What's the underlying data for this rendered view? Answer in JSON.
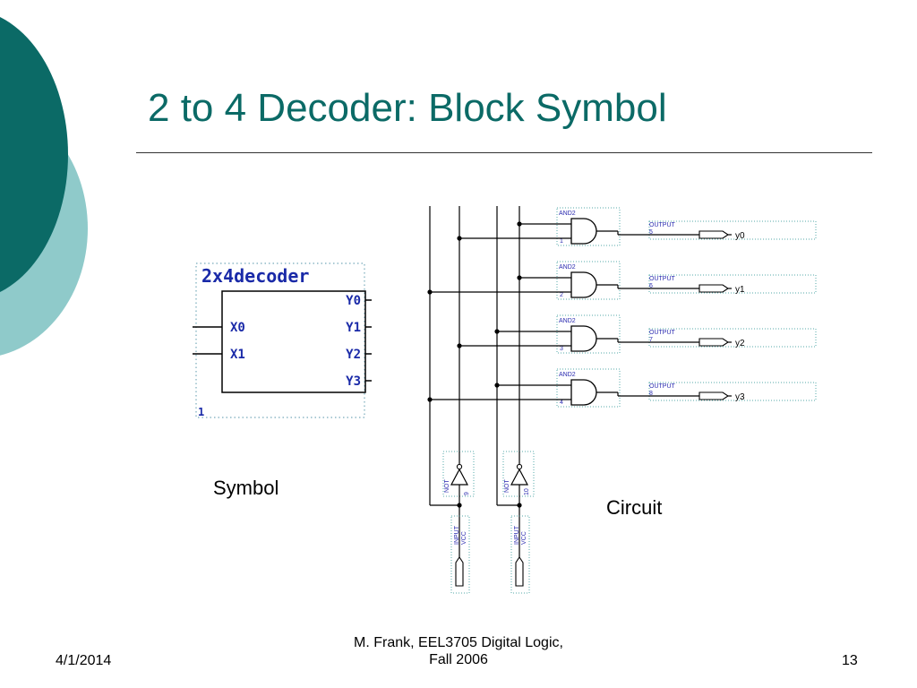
{
  "slide": {
    "title": "2 to 4 Decoder: Block Symbol",
    "symbol_caption": "Symbol",
    "circuit_caption": "Circuit",
    "footer": {
      "date": "4/1/2014",
      "author_line1": "M. Frank, EEL3705 Digital Logic,",
      "author_line2": "Fall 2006",
      "page_number": "13"
    },
    "colors": {
      "accent_dark": "#0b6a66",
      "accent_light": "#8fcaca",
      "schematic_blue": "#1a2aa8"
    }
  },
  "symbol": {
    "name": "2x4decoder",
    "inputs": [
      "X0",
      "X1"
    ],
    "outputs": [
      "Y0",
      "Y1",
      "Y2",
      "Y3"
    ],
    "instance": "1"
  },
  "circuit": {
    "gate_type": "AND2",
    "output_type": "OUTPUT",
    "gate_numbers": [
      "1",
      "2",
      "3",
      "4"
    ],
    "output_pins": [
      "5",
      "6",
      "7",
      "8"
    ],
    "outputs": [
      "y0",
      "y1",
      "y2",
      "y3"
    ],
    "not_type": "NOT",
    "not_numbers": [
      "9",
      "10"
    ],
    "input_type": "INPUT",
    "input_value": "VCC"
  }
}
